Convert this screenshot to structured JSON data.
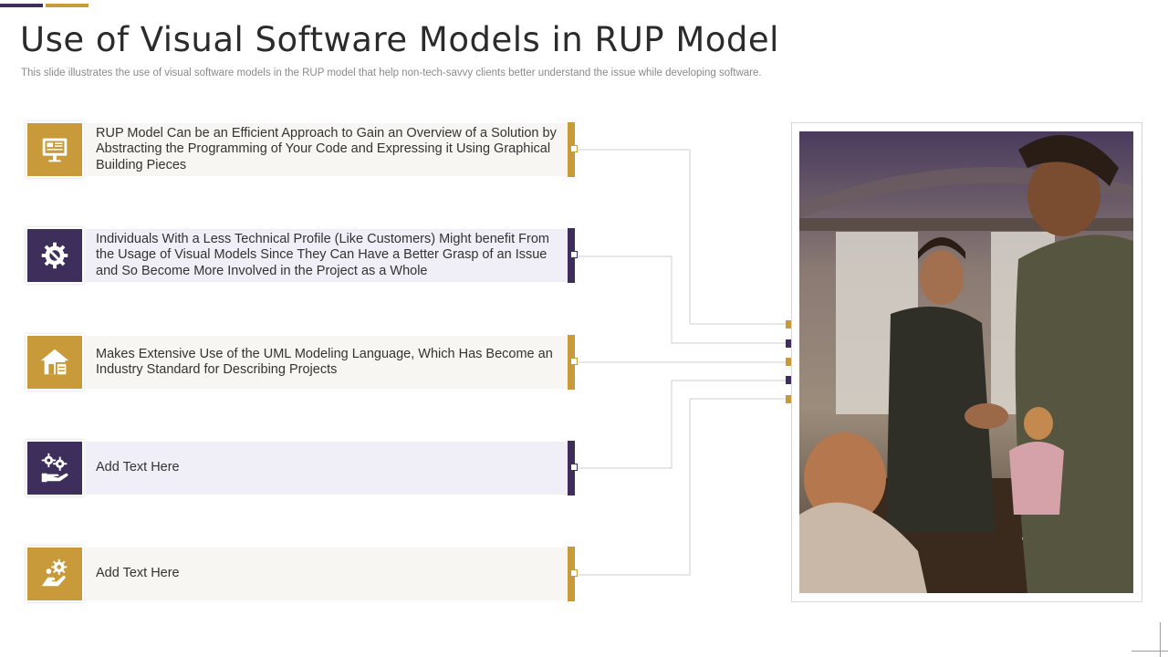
{
  "title": "Use of Visual Software Models in RUP Model",
  "subtitle": "This slide illustrates the use of visual software models in the RUP model that help non-tech-savvy clients better understand the issue while developing software.",
  "colors": {
    "gold": "#c99a3a",
    "purple": "#3d2e5c"
  },
  "items": [
    {
      "icon": "monitor-presentation-icon",
      "text": "RUP Model Can be an Efficient Approach to Gain an Overview of a Solution by Abstracting the Programming of Your Code and Expressing it Using Graphical Building Pieces"
    },
    {
      "icon": "gear-wrench-icon",
      "text": "Individuals With a Less Technical Profile (Like Customers) Might benefit From the Usage of Visual Models Since They Can Have a Better Grasp of an Issue and So Become More Involved in the Project as a Whole"
    },
    {
      "icon": "house-document-icon",
      "text": "Makes Extensive Use of the UML Modeling Language, Which Has Become an Industry Standard for Describing Projects"
    },
    {
      "icon": "gears-hand-icon",
      "text": "Add Text Here"
    },
    {
      "icon": "gear-hand-icon",
      "text": "Add Text Here"
    }
  ],
  "photo": {
    "subject": "business-handshake-photo"
  }
}
